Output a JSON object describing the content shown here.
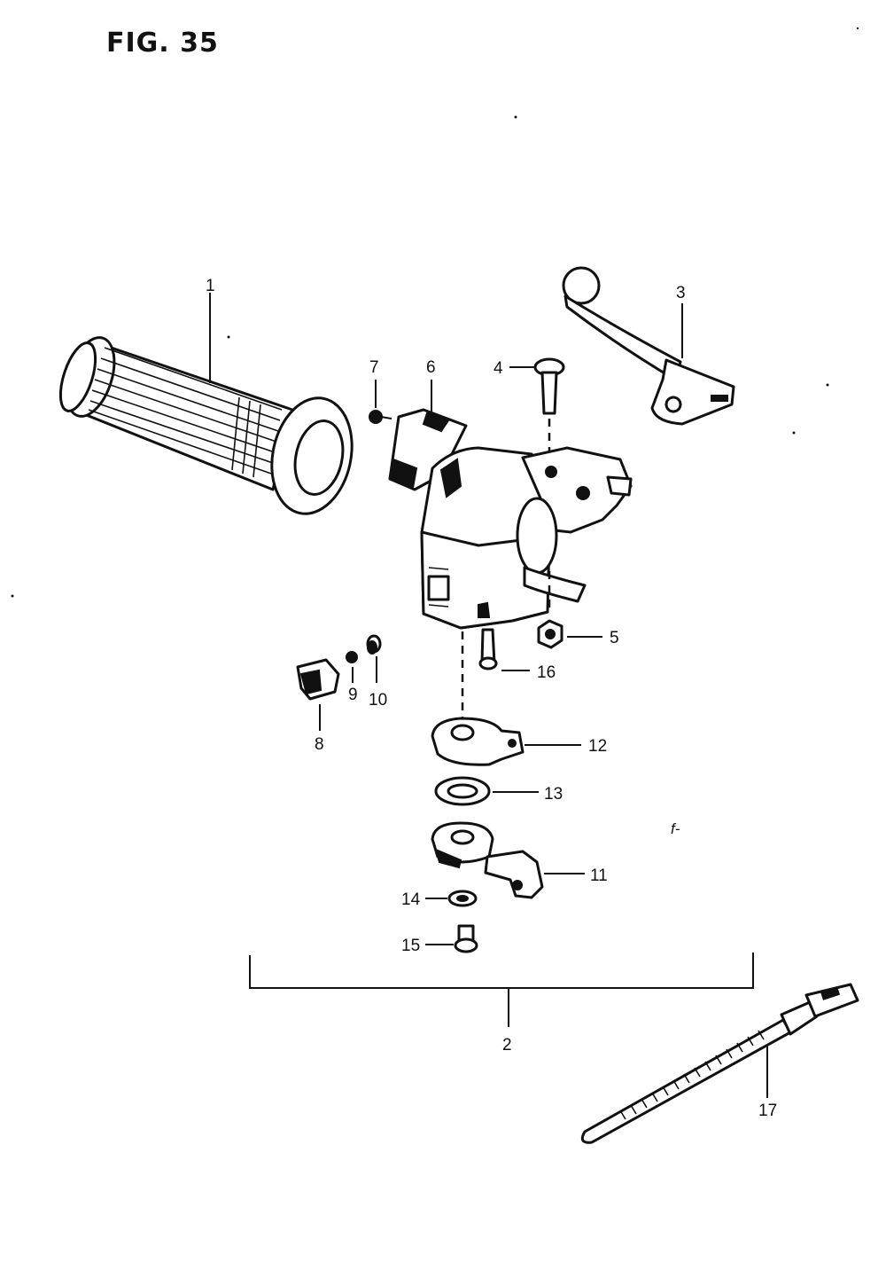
{
  "figure": {
    "title": "FIG. 35",
    "stray_mark": "f-"
  },
  "callouts": {
    "c1": "1",
    "c2": "2",
    "c3": "3",
    "c4": "4",
    "c5": "5",
    "c6": "6",
    "c7": "7",
    "c8": "8",
    "c9": "9",
    "c10": "10",
    "c11": "11",
    "c12": "12",
    "c13": "13",
    "c14": "14",
    "c15": "15",
    "c16": "16",
    "c17": "17"
  },
  "colors": {
    "ink": "#111111",
    "paper": "#ffffff"
  }
}
